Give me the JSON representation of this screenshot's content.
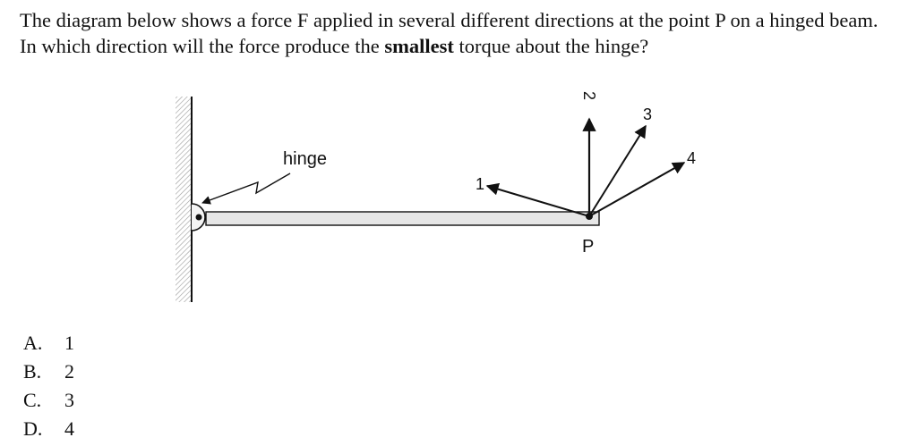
{
  "question": {
    "part1": "The diagram below shows a force F applied in several different directions at the point P on a hinged beam. In which direction will the force produce the ",
    "emphasis": "smallest",
    "part2": " torque about the hinge?"
  },
  "diagram": {
    "hinge_label": "hinge",
    "point_label": "P",
    "arrow_labels": [
      "1",
      "2",
      "3",
      "4"
    ]
  },
  "choices": [
    {
      "letter": "A.",
      "value": "1"
    },
    {
      "letter": "B.",
      "value": "2"
    },
    {
      "letter": "C.",
      "value": "3"
    },
    {
      "letter": "D.",
      "value": "4"
    }
  ]
}
